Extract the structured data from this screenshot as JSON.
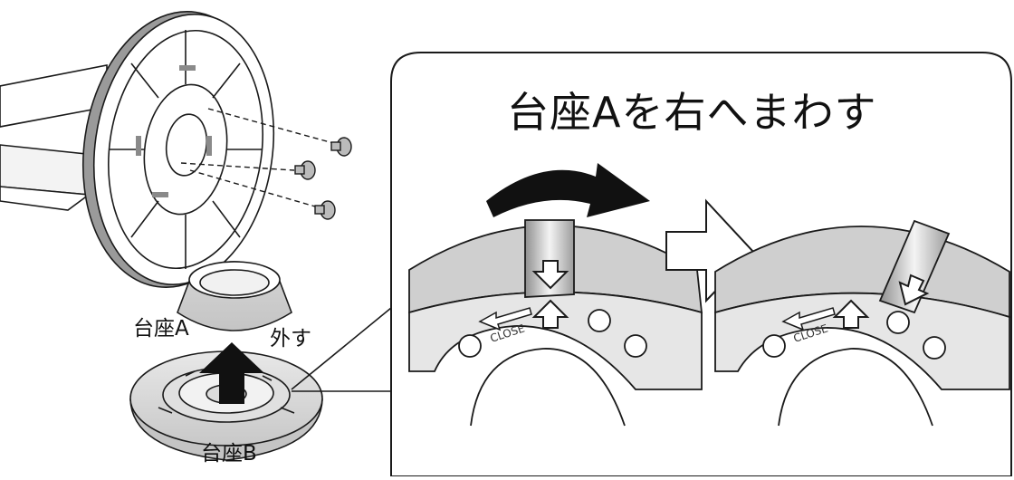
{
  "title": "台座Aを右へまわす",
  "labels": {
    "base_a": "台座A",
    "remove": "外す",
    "base_b": "台座B",
    "close_left": "CLOSE",
    "close_right": "CLOSE"
  },
  "colors": {
    "line": "#1a1a1a",
    "ring_top": "#cfcfcf",
    "ring_face": "#e6e6e6",
    "metal": "#bdbdbd",
    "arrow_fill": "#111111"
  }
}
